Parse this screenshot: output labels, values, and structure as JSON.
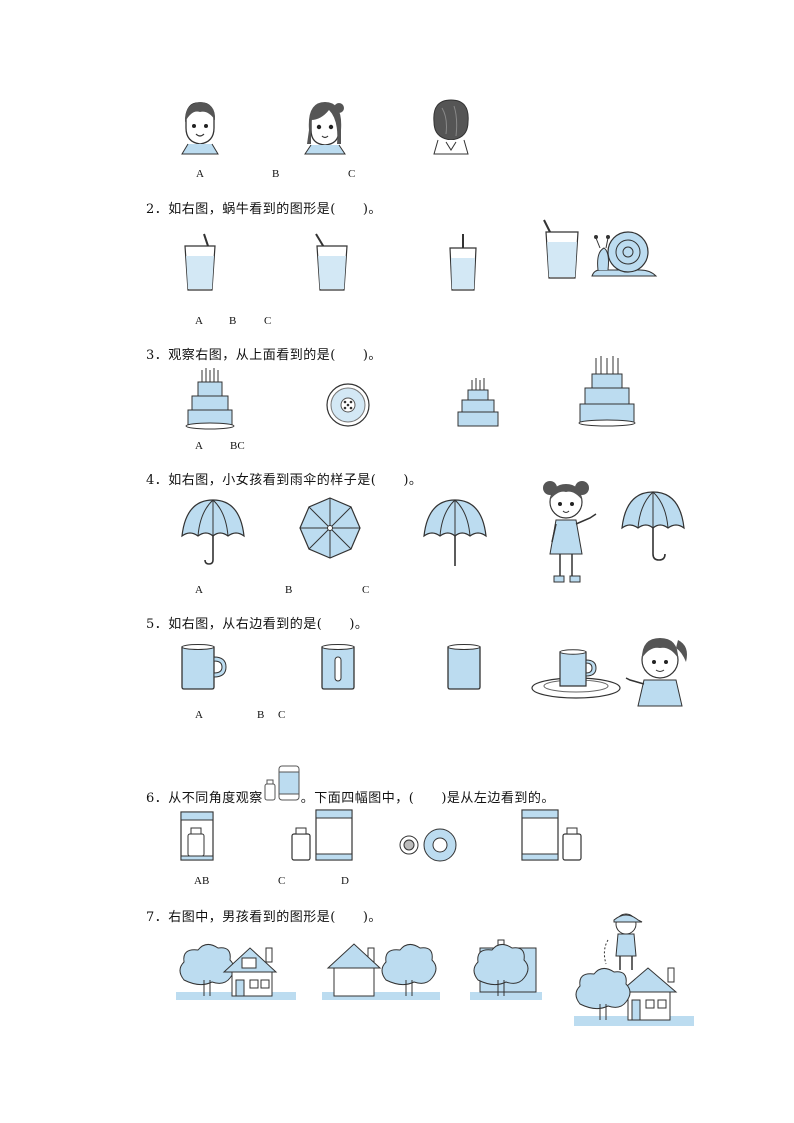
{
  "q1": {
    "labels": [
      "A",
      "B",
      "C"
    ]
  },
  "q2": {
    "text": "2．如右图，蜗牛看到的图形是(　　)。",
    "labels": [
      "A",
      "B",
      "C"
    ]
  },
  "q3": {
    "text": "3．观察右图，从上面看到的是(　　)。",
    "labels": [
      "A",
      "BC"
    ]
  },
  "q4": {
    "text": "4．如右图，小女孩看到雨伞的样子是(　　)。",
    "labels": [
      "A",
      "B",
      "C"
    ]
  },
  "q5": {
    "text": "5．如右图，从右边看到的是(　　)。",
    "labels": [
      "A",
      "B",
      "C"
    ]
  },
  "q6": {
    "text_before": "6．从不同角度观察",
    "text_after": "。下面四幅图中，(　　)是从左边看到的。",
    "labels": [
      "AB",
      "C",
      "D"
    ]
  },
  "q7": {
    "text": "7．右图中，男孩看到的图形是(　　)。"
  },
  "colors": {
    "fill": "#bcdcf0",
    "stroke": "#333333",
    "accent": "#7fb9de"
  }
}
